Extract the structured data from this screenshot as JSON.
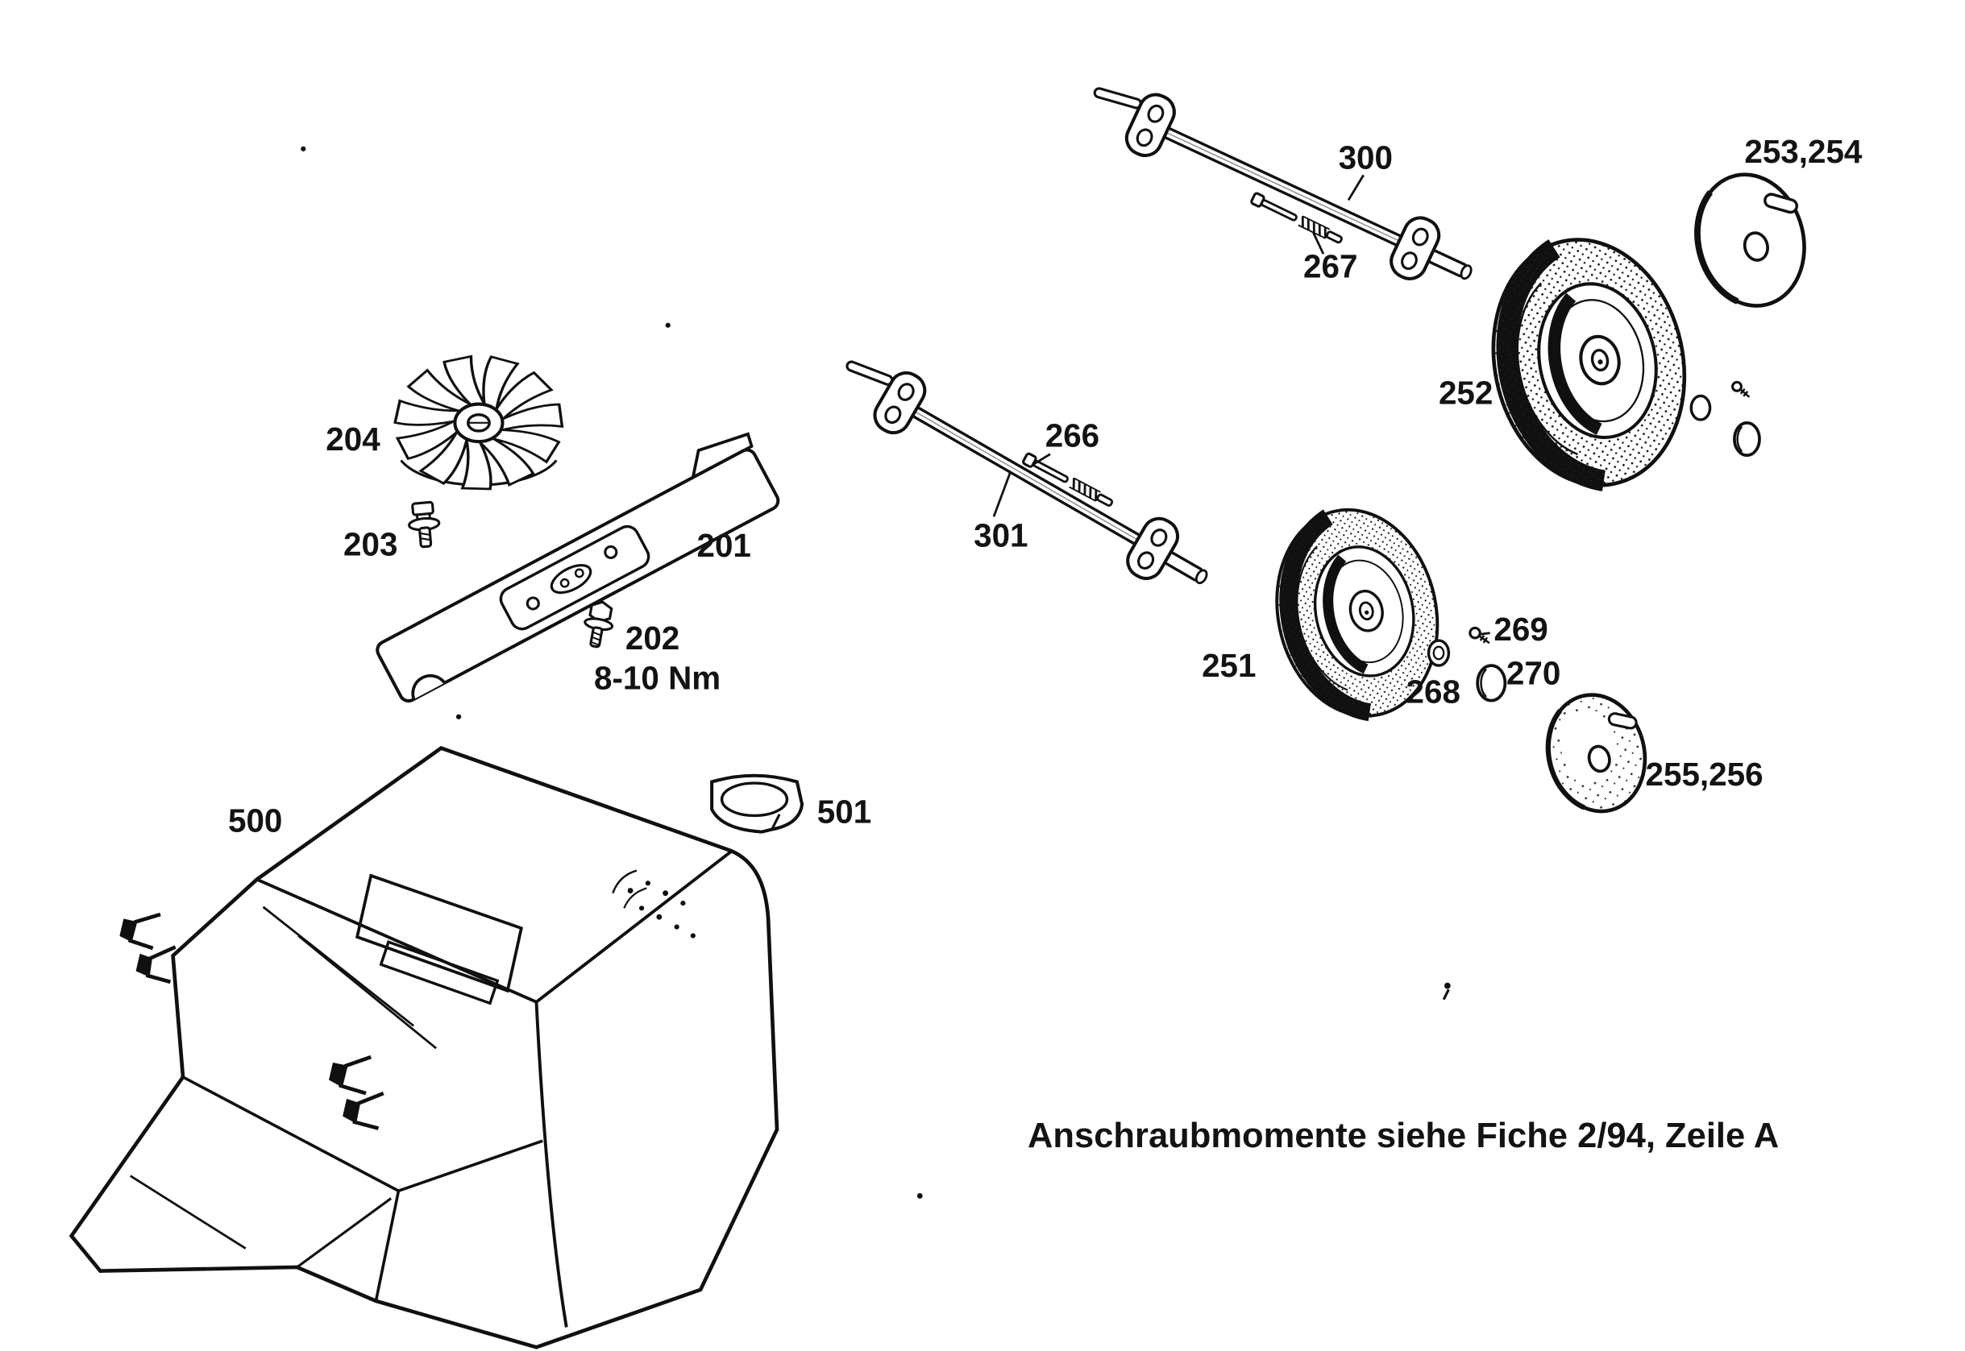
{
  "figure": {
    "note": "Anschraubmomente siehe Fiche 2/94, Zeile A",
    "torque": "8-10 Nm",
    "part_labels": {
      "p201": "201",
      "p202": "202",
      "p203": "203",
      "p204": "204",
      "p251": "251",
      "p252": "252",
      "p253_254": "253,254",
      "p255_256": "255,256",
      "p266": "266",
      "p267": "267",
      "p268": "268",
      "p269": "269",
      "p270": "270",
      "p300": "300",
      "p301": "301",
      "p500": "500",
      "p501": "501"
    }
  }
}
